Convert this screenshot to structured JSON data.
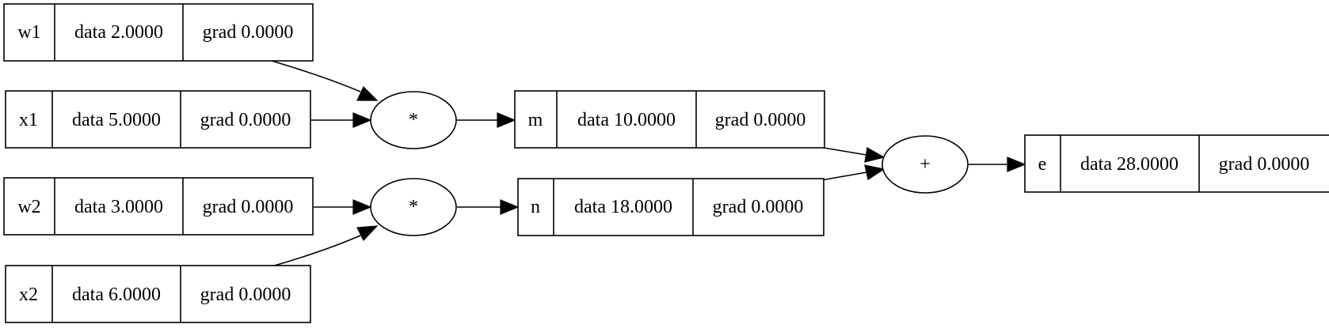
{
  "nodes": [
    {
      "id": "w1",
      "label": "w1",
      "data": "data 2.0000",
      "grad": "grad 0.0000"
    },
    {
      "id": "x1",
      "label": "x1",
      "data": "data 5.0000",
      "grad": "grad 0.0000"
    },
    {
      "id": "w2",
      "label": "w2",
      "data": "data 3.0000",
      "grad": "grad 0.0000"
    },
    {
      "id": "x2",
      "label": "x2",
      "data": "data 6.0000",
      "grad": "grad 0.0000"
    },
    {
      "id": "m",
      "label": "m",
      "data": "data 10.0000",
      "grad": "grad 0.0000"
    },
    {
      "id": "n",
      "label": "n",
      "data": "data 18.0000",
      "grad": "grad 0.0000"
    },
    {
      "id": "e",
      "label": "e",
      "data": "data 28.0000",
      "grad": "grad 0.0000"
    }
  ],
  "ops": [
    {
      "id": "mul1",
      "symbol": "*"
    },
    {
      "id": "mul2",
      "symbol": "*"
    },
    {
      "id": "add",
      "symbol": "+"
    }
  ],
  "edges": [
    {
      "from": "w1",
      "to": "mul1"
    },
    {
      "from": "x1",
      "to": "mul1"
    },
    {
      "from": "mul1",
      "to": "m"
    },
    {
      "from": "w2",
      "to": "mul2"
    },
    {
      "from": "x2",
      "to": "mul2"
    },
    {
      "from": "mul2",
      "to": "n"
    },
    {
      "from": "m",
      "to": "add"
    },
    {
      "from": "n",
      "to": "add"
    },
    {
      "from": "add",
      "to": "e"
    }
  ]
}
